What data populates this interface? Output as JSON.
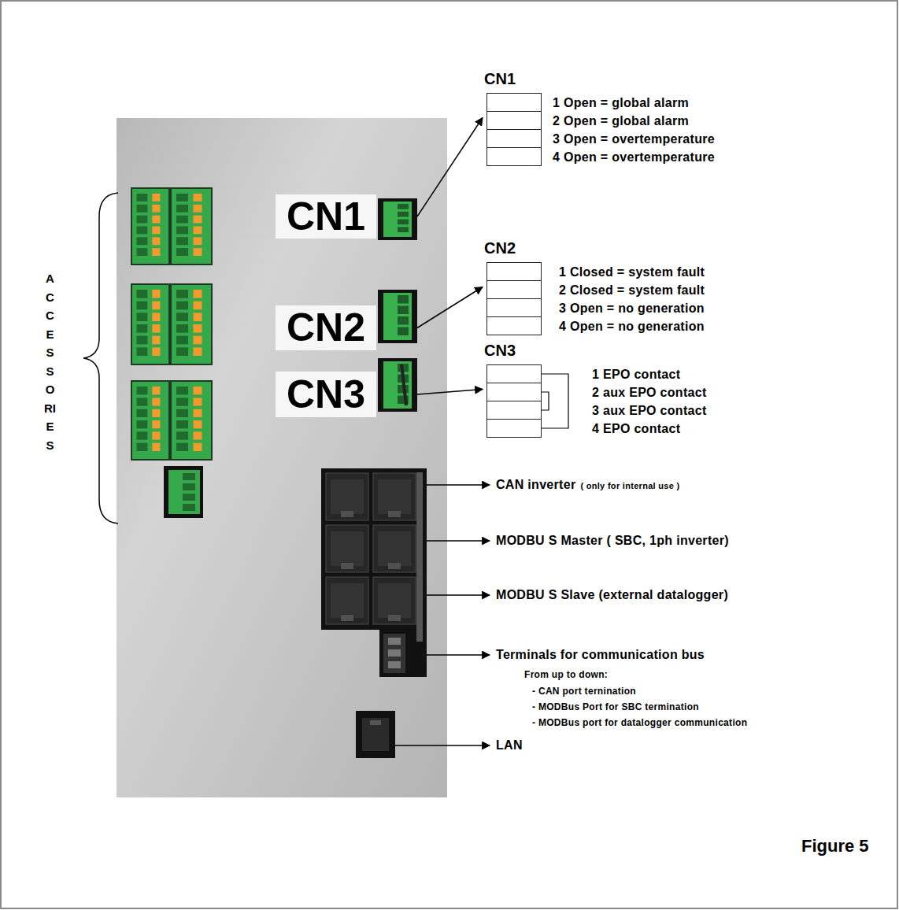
{
  "diagram": {
    "caption": "Figure 5",
    "nodes": [
      {
        "text": [
          "CN1"
        ]
      },
      {
        "text": [
          "CN1",
          "1 Open = global alarm",
          "2 Open = global alarm",
          "3 Open = overtemperature",
          "4 Open = overtemperature"
        ]
      },
      {
        "text": [
          "CN2"
        ]
      },
      {
        "text": [
          "CN2",
          "1 Closed = system fault",
          "2 Closed = system fault",
          "3 Open = no generation",
          "4 Open = no generation"
        ]
      },
      {
        "text": [
          "CN3"
        ]
      },
      {
        "text": [
          "CN3",
          "1 EPO contact",
          "2 aux EPO contact",
          "3 aux EPO contact",
          "4 EPO contact"
        ]
      }
    ],
    "edges": [
      {
        "from": 0,
        "to": 1,
        "arrow": "to"
      },
      {
        "from": 2,
        "to": 3,
        "arrow": "to"
      },
      {
        "from": 4,
        "to": 5,
        "arrow": "to"
      }
    ],
    "labels": [
      "ACCESSORIES",
      "CAN inverter",
      "( only for internal use )",
      "MODBU S Master ( SBC, 1ph inverter)",
      "MODBU S Slave (external datalogger)",
      "Terminals for communication bus",
      "From up to down:",
      "- CAN port ternination",
      "- MODBus Port for SBC termination",
      "- MODBus port for datalogger communication",
      "LAN"
    ]
  }
}
